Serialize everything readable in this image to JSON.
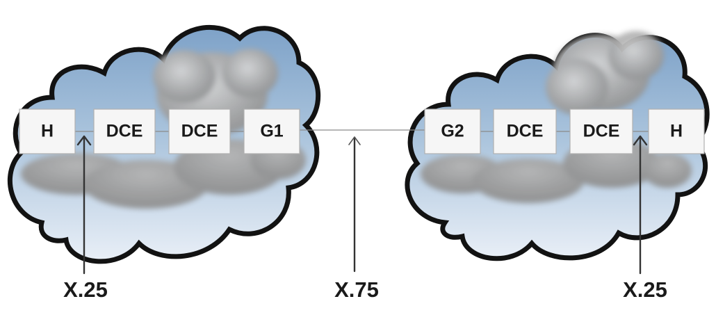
{
  "left_network": {
    "nodes": [
      "H",
      "DCE",
      "DCE",
      "G1"
    ]
  },
  "right_network": {
    "nodes": [
      "G2",
      "DCE",
      "DCE",
      "H"
    ]
  },
  "protocols": {
    "left": "X.25",
    "middle": "X.75",
    "right": "X.25"
  }
}
